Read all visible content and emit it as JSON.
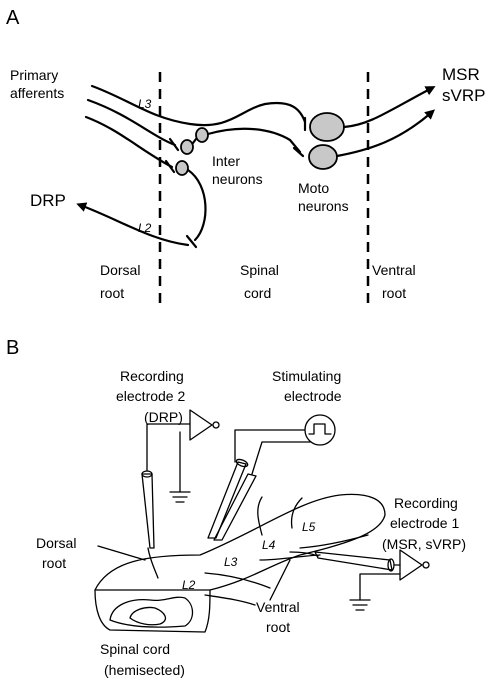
{
  "panel_a": {
    "panel_label": "A",
    "primary_afferents": [
      "Primary",
      "afferents"
    ],
    "msr": "MSR",
    "svrp": "sVRP",
    "drp": "DRP",
    "l3": "L3",
    "l2": "L2",
    "inter_neurons": [
      "Inter",
      "neurons"
    ],
    "moto_neurons": [
      "Moto",
      "neurons"
    ],
    "dorsal_root": [
      "Dorsal",
      "root"
    ],
    "spinal_cord": [
      "Spinal",
      "cord"
    ],
    "ventral_root": [
      "Ventral",
      "root"
    ]
  },
  "panel_b": {
    "panel_label": "B",
    "recording_electrode_2": [
      "Recording",
      "electrode 2",
      "(DRP)"
    ],
    "stimulating_electrode": [
      "Stimulating",
      "electrode"
    ],
    "recording_electrode_1": [
      "Recording",
      "electrode 1",
      "(MSR, sVRP)"
    ],
    "dorsal_root": [
      "Dorsal",
      "root"
    ],
    "ventral_root": [
      "Ventral",
      "root"
    ],
    "spinal_cord": [
      "Spinal cord",
      "(hemisected)"
    ],
    "segments": [
      "L2",
      "L3",
      "L4",
      "L5"
    ]
  }
}
